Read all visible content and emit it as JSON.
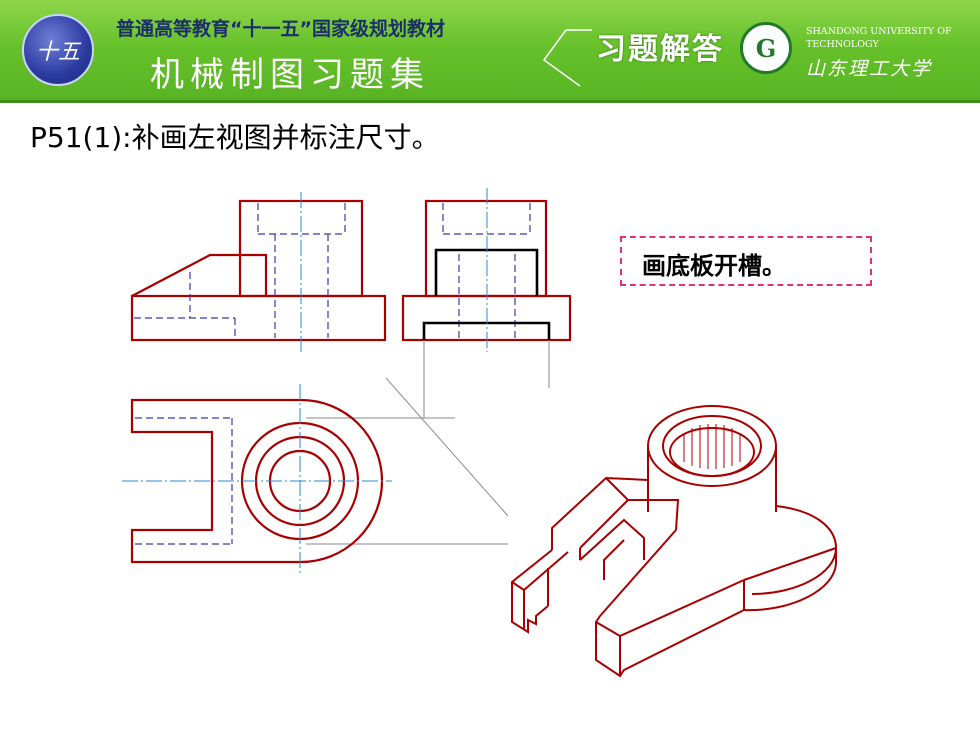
{
  "header": {
    "logo_text": "十五",
    "series_title": "普通高等教育“十一五”国家级规划教材",
    "book_title": "机械制图习题集",
    "answers_label": "习题解答",
    "university_logo_text": "G",
    "university_en_line1": "SHANDONG UNIVERSITY OF",
    "university_en_line2": "TECHNOLOGY",
    "university_cn": "山东理工大学"
  },
  "problem": {
    "title": "P51(1):补画左视图并标注尺寸。"
  },
  "hint": {
    "text": "画底板开槽。"
  },
  "colors": {
    "banner": "#66c12a",
    "outline": "#a80000",
    "hidden": "#3a3aa8",
    "center": "#2a8ad6",
    "construction": "#888888",
    "new_lines": "#000000",
    "hint_border": "#e0307a"
  }
}
